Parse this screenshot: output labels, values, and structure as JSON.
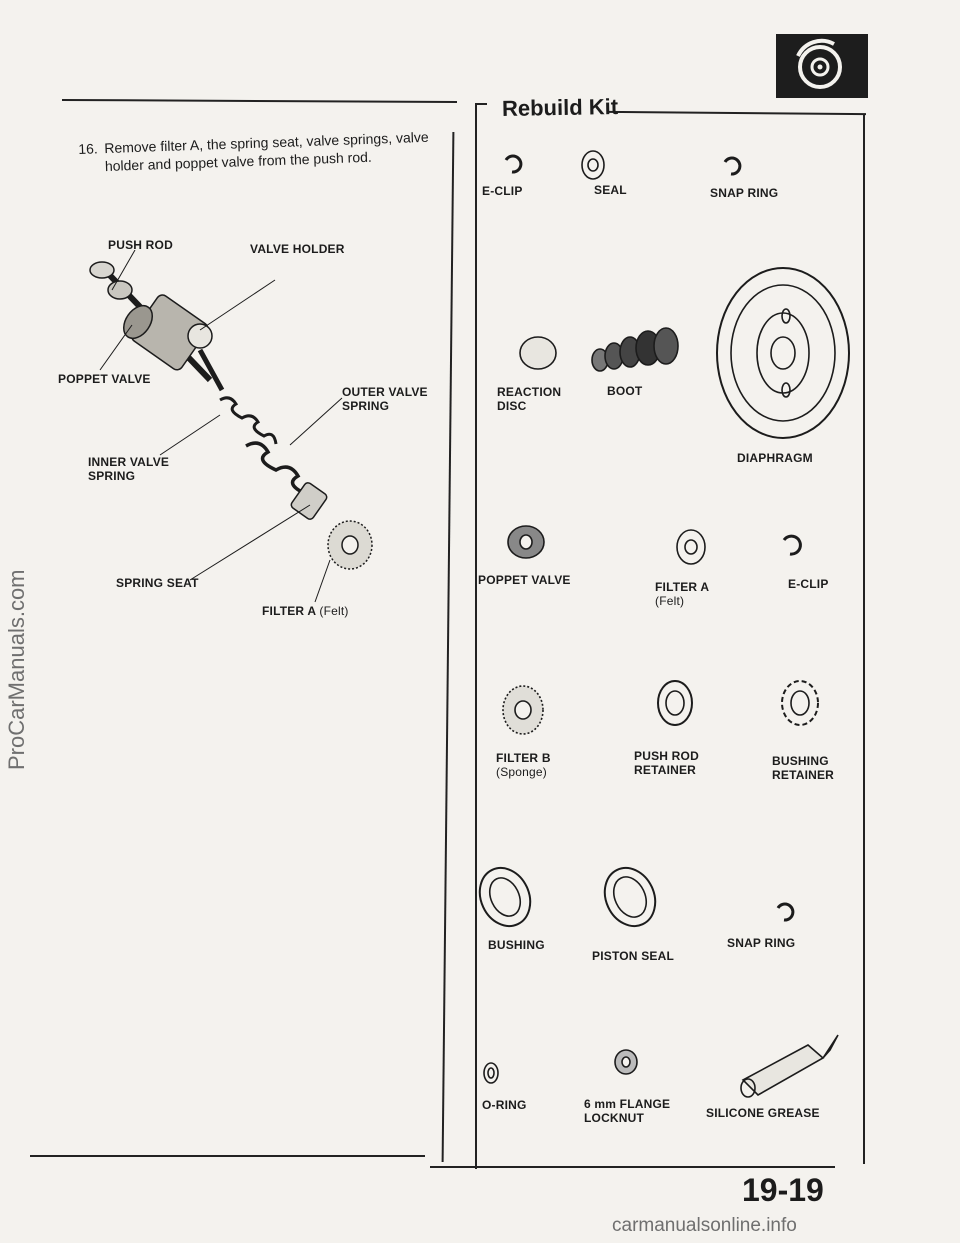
{
  "step": {
    "number": "16.",
    "text": "Remove filter A, the spring seat, valve springs, valve holder and poppet valve from the push rod."
  },
  "left_labels": {
    "push_rod": "PUSH ROD",
    "valve_holder": "VALVE HOLDER",
    "poppet_valve": "POPPET VALVE",
    "outer_valve_spring_1": "OUTER VALVE",
    "outer_valve_spring_2": "SPRING",
    "inner_valve_spring_1": "INNER VALVE",
    "inner_valve_spring_2": "SPRING",
    "spring_seat": "SPRING SEAT",
    "filter_a": "FILTER A",
    "filter_a_note": "(Felt)"
  },
  "kit": {
    "title": "Rebuild Kit",
    "items": {
      "e_clip_1": "E-CLIP",
      "seal": "SEAL",
      "snap_ring_1": "SNAP RING",
      "reaction_disc_1": "REACTION",
      "reaction_disc_2": "DISC",
      "boot": "BOOT",
      "diaphragm": "DIAPHRAGM",
      "poppet_valve": "POPPET VALVE",
      "filter_a": "FILTER A",
      "filter_a_note": "(Felt)",
      "e_clip_2": "E-CLIP",
      "filter_b": "FILTER B",
      "filter_b_note": "(Sponge)",
      "push_rod_retainer_1": "PUSH ROD",
      "push_rod_retainer_2": "RETAINER",
      "bushing_retainer_1": "BUSHING",
      "bushing_retainer_2": "RETAINER",
      "bushing": "BUSHING",
      "piston_seal": "PISTON SEAL",
      "snap_ring_2": "SNAP RING",
      "o_ring": "O-RING",
      "flange_locknut_1": "6 mm FLANGE",
      "flange_locknut_2": "LOCKNUT",
      "silicone_grease": "SILICONE GREASE"
    }
  },
  "footer": {
    "page_number": "19-19",
    "watermark_side": "ProCarManuals.com",
    "watermark_bottom": "carmanualsonline.info"
  },
  "icons": {
    "section_badge": "brake-disc-icon"
  },
  "colors": {
    "ink": "#1c1c1c",
    "paper": "#f4f2ee",
    "watermark": "#6f6f6f"
  }
}
